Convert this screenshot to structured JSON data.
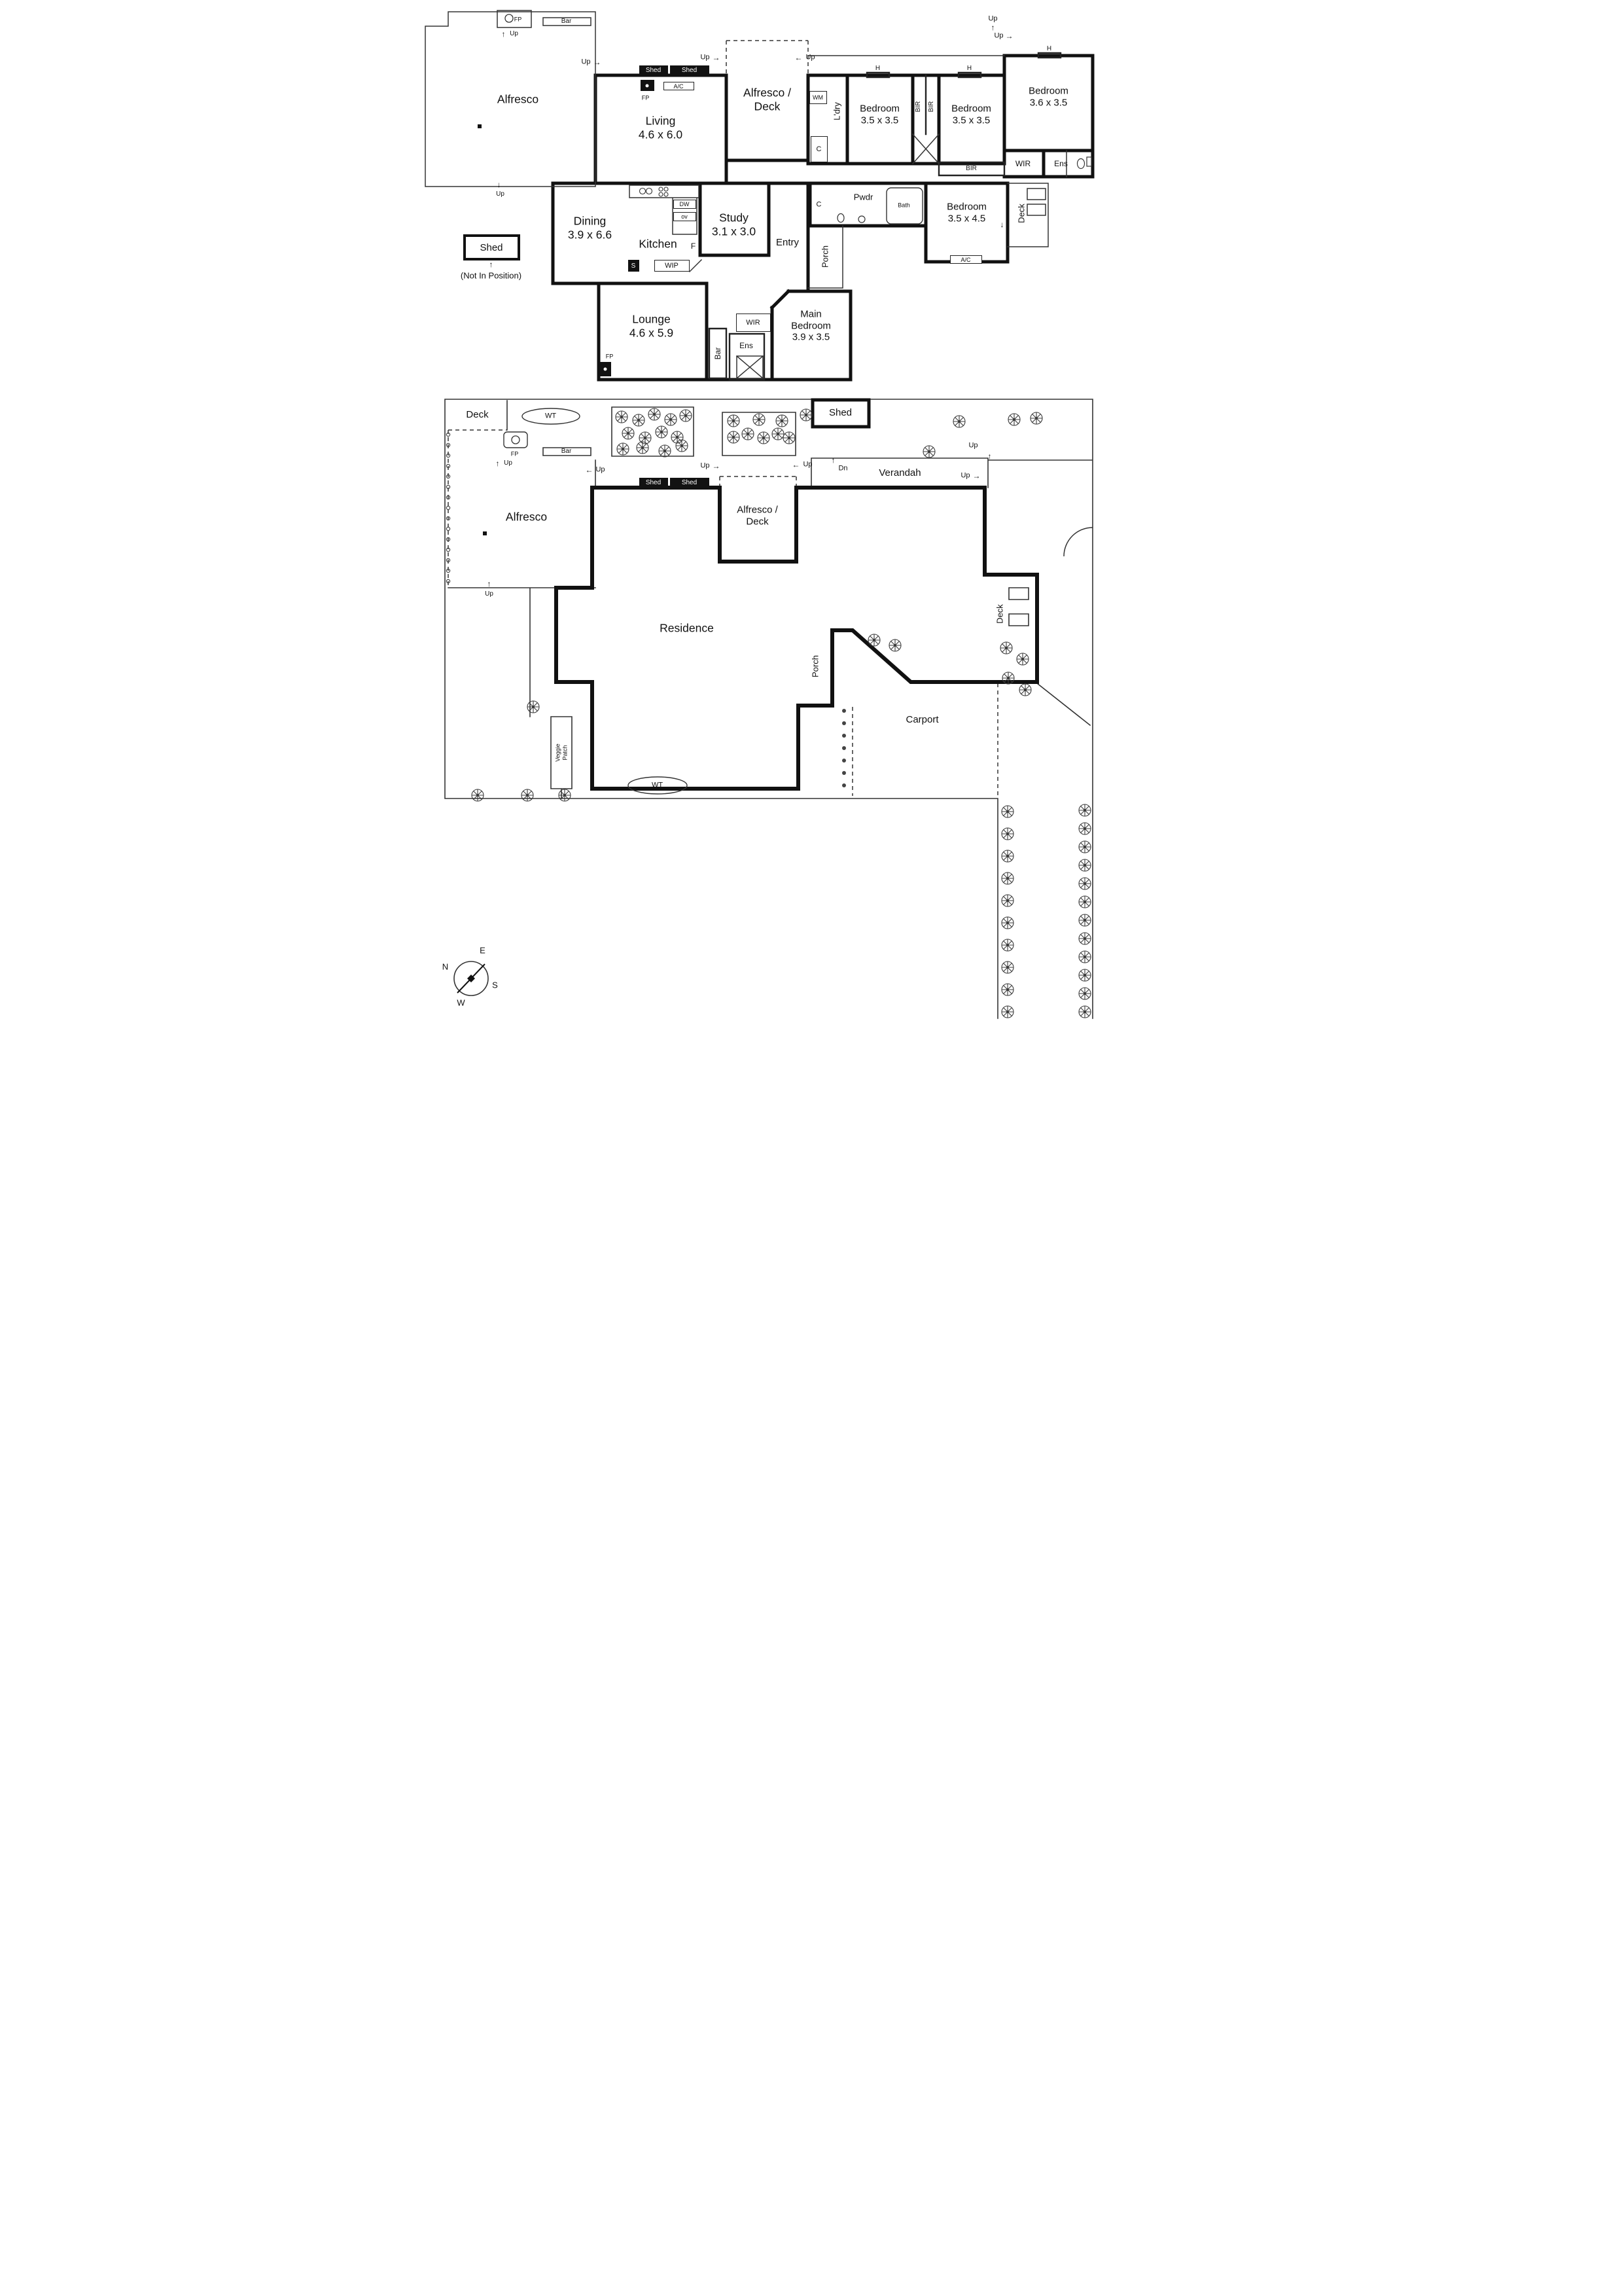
{
  "common": {
    "up": "Up",
    "dn": "Dn",
    "shed": "Shed",
    "deck": "Deck",
    "wt": "WT",
    "fp": "FP",
    "bar": "Bar",
    "bir": "BIR",
    "wir": "WIR",
    "ens": "Ens",
    "ac": "A/C",
    "h": "H",
    "c": "C",
    "s": "S",
    "f": "F",
    "wm": "WM",
    "dw": "DW",
    "ov": "ov",
    "wip": "WIP",
    "alfresco": "Alfresco",
    "porch": "Porch",
    "bath": "Bath"
  },
  "icons": {
    "arrow_up": "↑",
    "arrow_down": "↓",
    "arrow_left": "←",
    "arrow_right": "→"
  },
  "upper_plan": {
    "alfresco": "Alfresco",
    "living": {
      "name": "Living",
      "dims": "4.6 x 6.0"
    },
    "alfresco_deck": {
      "line1": "Alfresco /",
      "line2": "Deck"
    },
    "laundry": "L'dry",
    "bedroom2": {
      "name": "Bedroom",
      "dims": "3.5 x 3.5"
    },
    "bedroom3": {
      "name": "Bedroom",
      "dims": "3.5 x 3.5"
    },
    "bedroom4": {
      "name": "Bedroom",
      "dims": "3.6 x 3.5"
    },
    "bedroom5": {
      "name": "Bedroom",
      "dims": "3.5 x 4.5"
    },
    "dining": {
      "name": "Dining",
      "dims": "3.9 x 6.6"
    },
    "kitchen": "Kitchen",
    "study": {
      "name": "Study",
      "dims": "3.1 x 3.0"
    },
    "entry": "Entry",
    "lounge": {
      "name": "Lounge",
      "dims": "4.6 x 5.9"
    },
    "main_bedroom": {
      "name": "Main Bedroom",
      "dims": "3.9 x 3.5"
    },
    "pwdr": "Pwdr"
  },
  "shed_callout": {
    "label": "Shed",
    "note": "(Not In Position)"
  },
  "site_plan": {
    "verandah": "Verandah",
    "residence": "Residence",
    "carport": "Carport",
    "veggie_patch": {
      "line1": "Veggie",
      "line2": "Patch"
    },
    "alfresco_deck": {
      "line1": "Alfresco /",
      "line2": "Deck"
    }
  },
  "compass": {
    "n": "N",
    "e": "E",
    "s": "S",
    "w": "W"
  }
}
